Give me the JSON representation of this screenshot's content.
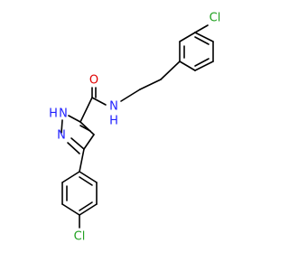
{
  "molecule": {
    "atom_labels": {
      "chlorine_top": "Cl",
      "amide_oxygen": "O",
      "amide_nitrogen": "N",
      "amide_hydrogen": "H",
      "pyrazole_nh_hydrogen": "H",
      "pyrazole_nh_nitrogen": "N",
      "pyrazole_n": "N",
      "chlorine_bottom": "Cl"
    },
    "colors": {
      "bond": "#000000",
      "chlorine": "#1fa01f",
      "oxygen": "#e00000",
      "nitrogen": "#2020ff"
    }
  }
}
